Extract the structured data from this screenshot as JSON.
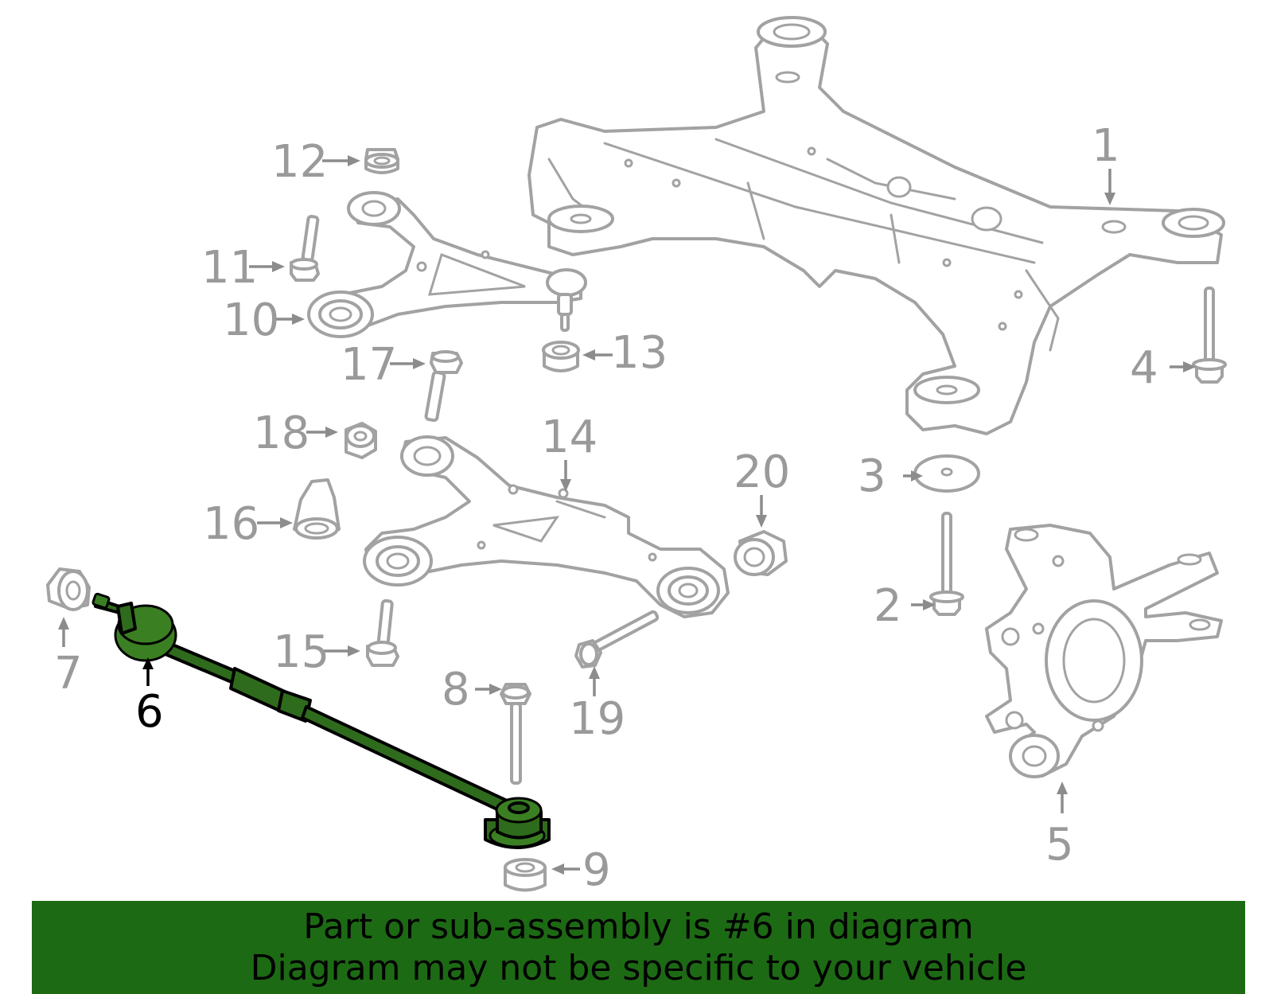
{
  "callouts": [
    {
      "id": "1",
      "label": "1",
      "highlighted": false
    },
    {
      "id": "2",
      "label": "2",
      "highlighted": false
    },
    {
      "id": "3",
      "label": "3",
      "highlighted": false
    },
    {
      "id": "4",
      "label": "4",
      "highlighted": false
    },
    {
      "id": "5",
      "label": "5",
      "highlighted": false
    },
    {
      "id": "6",
      "label": "6",
      "highlighted": true
    },
    {
      "id": "7",
      "label": "7",
      "highlighted": false
    },
    {
      "id": "8",
      "label": "8",
      "highlighted": false
    },
    {
      "id": "9",
      "label": "9",
      "highlighted": false
    },
    {
      "id": "10",
      "label": "10",
      "highlighted": false
    },
    {
      "id": "11",
      "label": "11",
      "highlighted": false
    },
    {
      "id": "12",
      "label": "12",
      "highlighted": false
    },
    {
      "id": "13",
      "label": "13",
      "highlighted": false
    },
    {
      "id": "14",
      "label": "14",
      "highlighted": false
    },
    {
      "id": "15",
      "label": "15",
      "highlighted": false
    },
    {
      "id": "16",
      "label": "16",
      "highlighted": false
    },
    {
      "id": "17",
      "label": "17",
      "highlighted": false
    },
    {
      "id": "18",
      "label": "18",
      "highlighted": false
    },
    {
      "id": "19",
      "label": "19",
      "highlighted": false
    },
    {
      "id": "20",
      "label": "20",
      "highlighted": false
    }
  ],
  "banner": {
    "line1": "Part or sub-assembly is #6 in diagram",
    "line2": "Diagram may not be specific to your vehicle"
  },
  "colors": {
    "highlight_part": "#3b7f23",
    "banner_background": "#1d6a14",
    "line_art": "#a2a2a2",
    "callout_text": "#9a9a9a"
  }
}
